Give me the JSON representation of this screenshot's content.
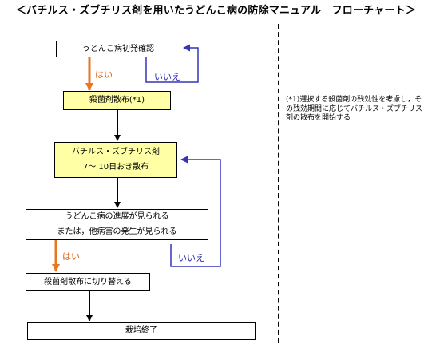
{
  "title": "＜バチルス・ズブチリス剤を用いたうどんこ病の防除マニュアル　フローチャート＞",
  "nodes": {
    "confirm": "うどんこ病初発確認",
    "fungicide1": "殺菌剤散布(*1)",
    "bacillus_line1": "バチルス・ズブチリス剤",
    "bacillus_line2": "7～ 10日おき散布",
    "progress_line1": "うどんこ病の進展が見られる",
    "progress_line2": "または，他病害の発生が見られる",
    "switch": "殺菌剤散布に切り替える",
    "end": "栽培終了"
  },
  "labels": {
    "yes1": "はい",
    "no1": "いいえ",
    "yes2": "はい",
    "no2": "いいえ"
  },
  "note": "(*1)選択する殺菌剤の残効性を考慮し，その残効期間に応じてバチルス・ズブチリス剤の散布を開始する",
  "colors": {
    "yes_arrow": "#e87722",
    "no_arrow": "#3333bb",
    "highlight_box": "#ffffa6"
  }
}
